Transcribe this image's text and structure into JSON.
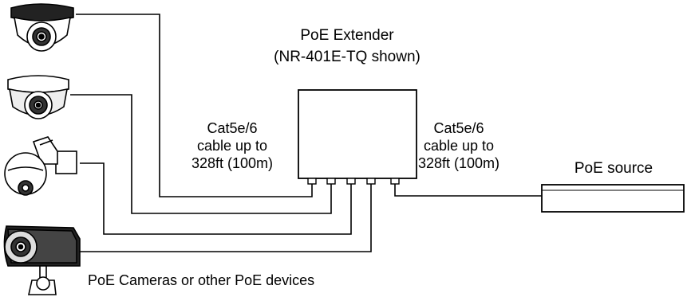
{
  "extender": {
    "title": "PoE Extender",
    "model": "(NR-401E-TQ shown)"
  },
  "cable_left": [
    "Cat5e/6",
    "cable up to",
    "328ft (100m)"
  ],
  "cable_right": [
    "Cat5e/6",
    "cable up to",
    "328ft (100m)"
  ],
  "source": {
    "label": "PoE source"
  },
  "devices": {
    "label": "PoE Cameras or other PoE devices"
  },
  "colors": {
    "line": "#000000",
    "background": "#ffffff"
  },
  "icons": [
    "dome-camera-icon",
    "dome-camera-icon",
    "ptz-camera-icon",
    "bullet-camera-icon"
  ]
}
